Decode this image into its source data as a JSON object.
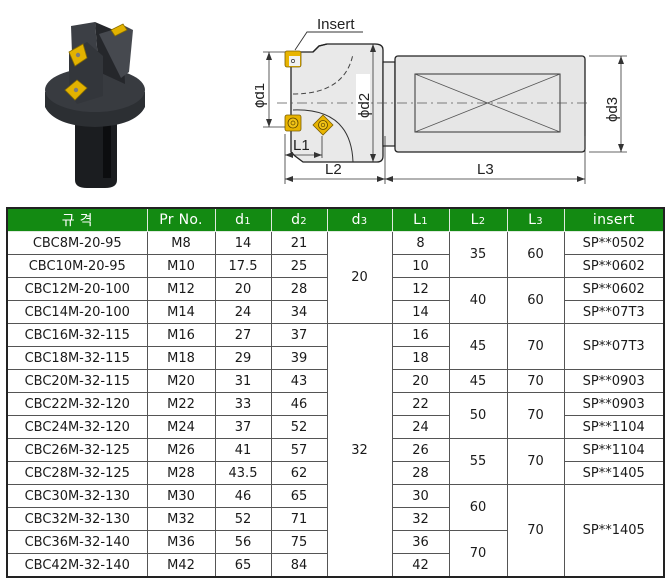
{
  "figure": {
    "photo_label": "Milling cutter product photo",
    "drawing": {
      "insert_label": "Insert",
      "dim_d1": "ϕd1",
      "dim_d2": "ϕd2",
      "dim_d3": "ϕd3",
      "dim_L1": "L1",
      "dim_L2": "L2",
      "dim_L3": "L3"
    },
    "colors": {
      "insert_gold": "#e8b400",
      "body_gray": "#e6e6e6",
      "header_green": "#138a12"
    }
  },
  "table": {
    "headers": [
      {
        "main": "규 격",
        "sub": ""
      },
      {
        "main": "Pr No.",
        "sub": ""
      },
      {
        "main": "d",
        "sub": "1"
      },
      {
        "main": "d",
        "sub": "2"
      },
      {
        "main": "d",
        "sub": "3"
      },
      {
        "main": "L",
        "sub": "1"
      },
      {
        "main": "L",
        "sub": "2"
      },
      {
        "main": "L",
        "sub": "3"
      },
      {
        "main": "insert",
        "sub": ""
      }
    ],
    "rows": [
      {
        "spec": "CBC8M-20-95",
        "pr": "M8",
        "d1": "14",
        "d2": "21",
        "L1": "8"
      },
      {
        "spec": "CBC10M-20-95",
        "pr": "M10",
        "d1": "17.5",
        "d2": "25",
        "L1": "10"
      },
      {
        "spec": "CBC12M-20-100",
        "pr": "M12",
        "d1": "20",
        "d2": "28",
        "L1": "12"
      },
      {
        "spec": "CBC14M-20-100",
        "pr": "M14",
        "d1": "24",
        "d2": "34",
        "L1": "14"
      },
      {
        "spec": "CBC16M-32-115",
        "pr": "M16",
        "d1": "27",
        "d2": "37",
        "L1": "16"
      },
      {
        "spec": "CBC18M-32-115",
        "pr": "M18",
        "d1": "29",
        "d2": "39",
        "L1": "18"
      },
      {
        "spec": "CBC20M-32-115",
        "pr": "M20",
        "d1": "31",
        "d2": "43",
        "L1": "20"
      },
      {
        "spec": "CBC22M-32-120",
        "pr": "M22",
        "d1": "33",
        "d2": "46",
        "L1": "22"
      },
      {
        "spec": "CBC24M-32-120",
        "pr": "M24",
        "d1": "37",
        "d2": "52",
        "L1": "24"
      },
      {
        "spec": "CBC26M-32-125",
        "pr": "M26",
        "d1": "41",
        "d2": "57",
        "L1": "26"
      },
      {
        "spec": "CBC28M-32-125",
        "pr": "M28",
        "d1": "43.5",
        "d2": "62",
        "L1": "28"
      },
      {
        "spec": "CBC30M-32-130",
        "pr": "M30",
        "d1": "46",
        "d2": "65",
        "L1": "30"
      },
      {
        "spec": "CBC32M-32-130",
        "pr": "M32",
        "d1": "52",
        "d2": "71",
        "L1": "32"
      },
      {
        "spec": "CBC36M-32-140",
        "pr": "M36",
        "d1": "56",
        "d2": "75",
        "L1": "36"
      },
      {
        "spec": "CBC42M-32-140",
        "pr": "M42",
        "d1": "65",
        "d2": "84",
        "L1": "42"
      }
    ],
    "d3_groups": [
      "20",
      "32"
    ],
    "L2_groups": [
      "35",
      "40",
      "45",
      "45",
      "50",
      "55",
      "60",
      "70"
    ],
    "L3_groups": [
      "60",
      "60",
      "70",
      "70",
      "70",
      "70",
      "70"
    ],
    "insert_groups": [
      "SP**0502",
      "SP**0602",
      "SP**0602",
      "SP**07T3",
      "SP**07T3",
      "SP**0903",
      "SP**0903",
      "SP**1104",
      "SP**1104",
      "SP**1405",
      "SP**1405"
    ]
  }
}
